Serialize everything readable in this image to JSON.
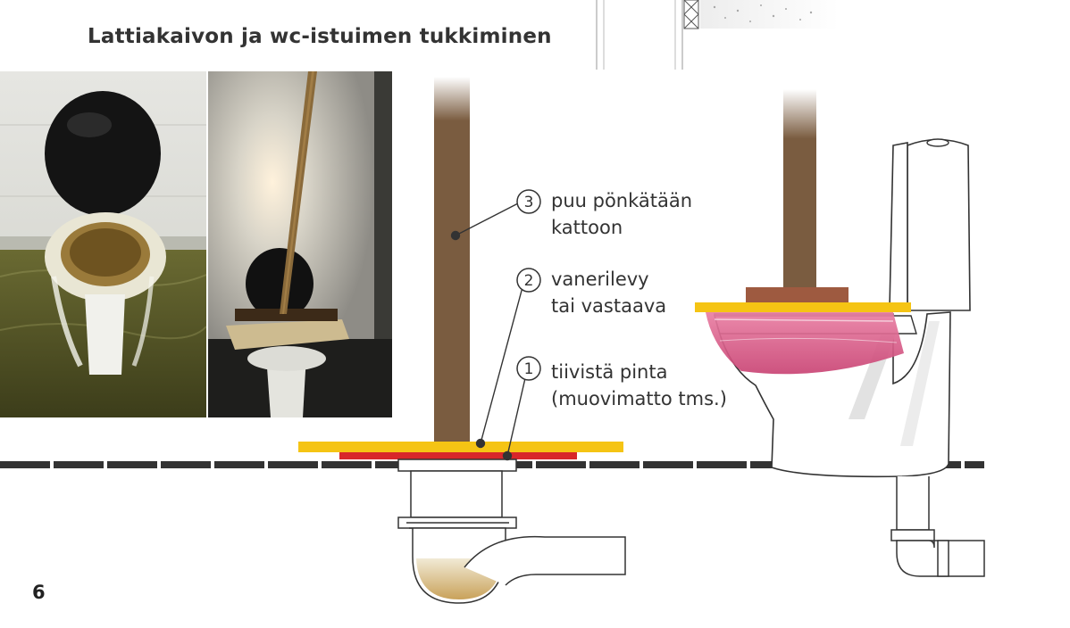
{
  "page": {
    "title": "Lattiakaivon ja wc-istuimen tukkiminen",
    "page_number": "6"
  },
  "callouts": [
    {
      "number": "3",
      "line1": "puu pönkätään",
      "line2": "kattoon"
    },
    {
      "number": "2",
      "line1": "vanerilevy",
      "line2": "tai vastaava"
    },
    {
      "number": "1",
      "line1": "tiivistä pinta",
      "line2": "(muovimatto tms.)"
    }
  ],
  "colors": {
    "wood": "#7a5c40",
    "plywood": "#f5c414",
    "seal": "#d8262a",
    "floor": "#333333",
    "sewage": "#c9a25a",
    "pink_seal": "#e35f89",
    "wood_block": "#9e5a40"
  }
}
